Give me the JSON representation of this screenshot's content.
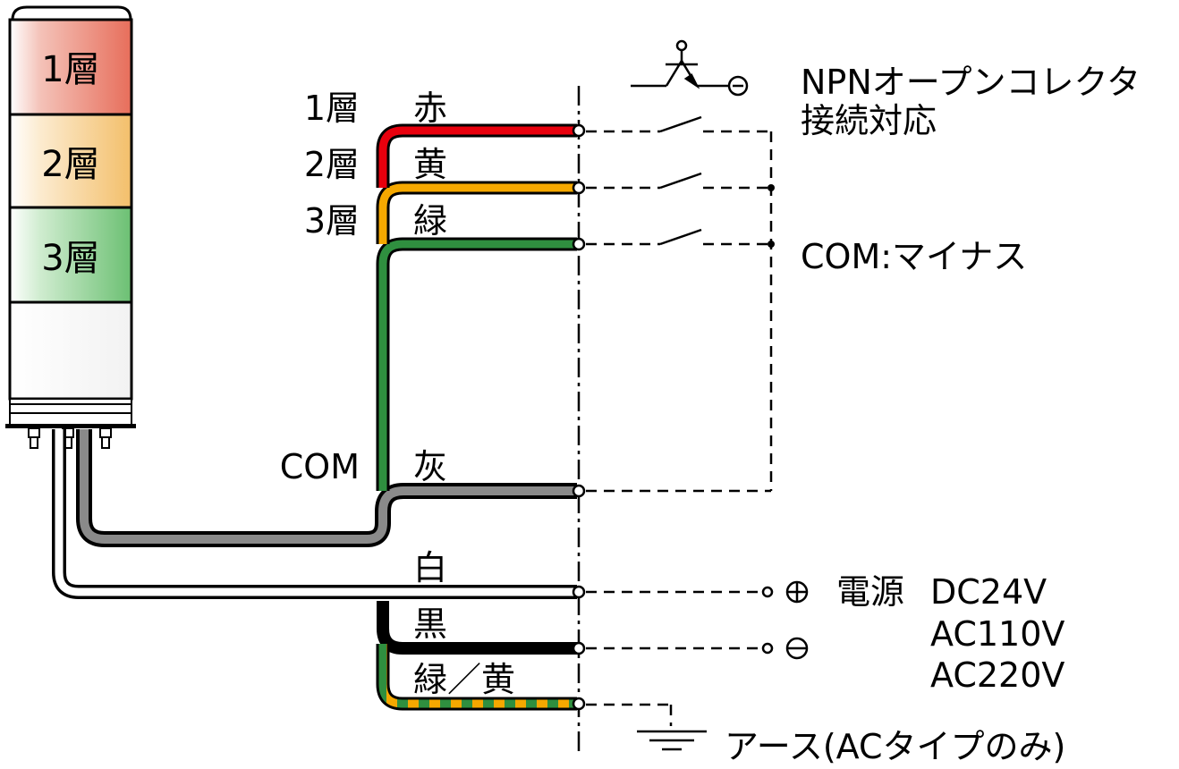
{
  "tower": {
    "tiers": [
      {
        "label": "1層",
        "color": "#e98a78"
      },
      {
        "label": "2層",
        "color": "#f6d49a"
      },
      {
        "label": "3層",
        "color": "#8fd093"
      }
    ]
  },
  "wires": {
    "tier_labels": [
      "1層",
      "2層",
      "3層",
      "COM"
    ],
    "colors": {
      "red": {
        "label": "赤",
        "color": "#e8000d"
      },
      "yellow": {
        "label": "黄",
        "color": "#f5a800"
      },
      "green": {
        "label": "緑",
        "color": "#2f8f3f"
      },
      "gray": {
        "label": "灰",
        "color": "#8a8a8a"
      },
      "white": {
        "label": "白",
        "color": "#ffffff"
      },
      "black": {
        "label": "黒",
        "color": "#000000"
      },
      "greenyellow": {
        "label": "緑／黄"
      }
    }
  },
  "notes": {
    "npn_line1": "NPNオープンコレクタ",
    "npn_line2": "接続対応",
    "com_minus": "COM:マイナス",
    "power_label": "電源",
    "power_dc": "DC24V",
    "power_ac110": "AC110V",
    "power_ac220": "AC220V",
    "earth": "アース(ACタイプのみ)",
    "plus_symbol": "⊕",
    "minus_symbol": "⊖"
  }
}
